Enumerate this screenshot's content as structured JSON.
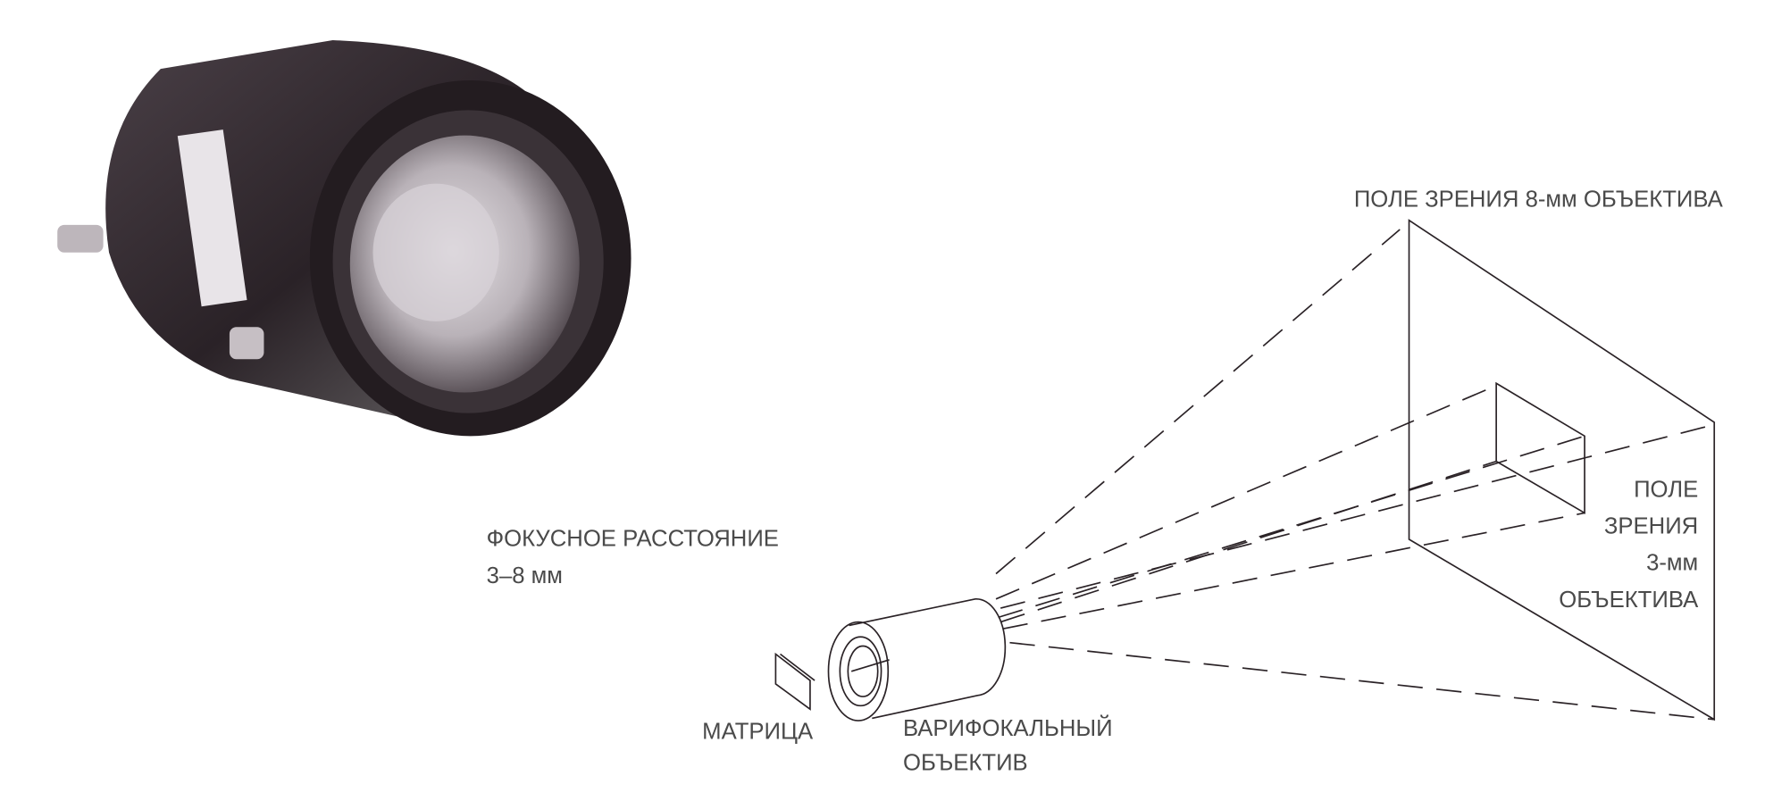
{
  "labels": {
    "fov_8mm": "ПОЛЕ ЗРЕНИЯ 8-мм ОБЪЕКТИВА",
    "fov_3mm": [
      "ПОЛЕ",
      "ЗРЕНИЯ",
      "3-мм",
      "ОБЪЕКТИВА"
    ],
    "focal_length": [
      "ФОКУСНОЕ РАССТОЯНИЕ",
      "3–8 мм"
    ],
    "sensor": "МАТРИЦА",
    "varifocal_lens": [
      "ВАРИФОКАЛЬНЫЙ",
      "ОБЪЕКТИВ"
    ]
  },
  "colors": {
    "line": "#2a2226",
    "lens_body": "#2b2328",
    "text": "#4a4a4a"
  }
}
